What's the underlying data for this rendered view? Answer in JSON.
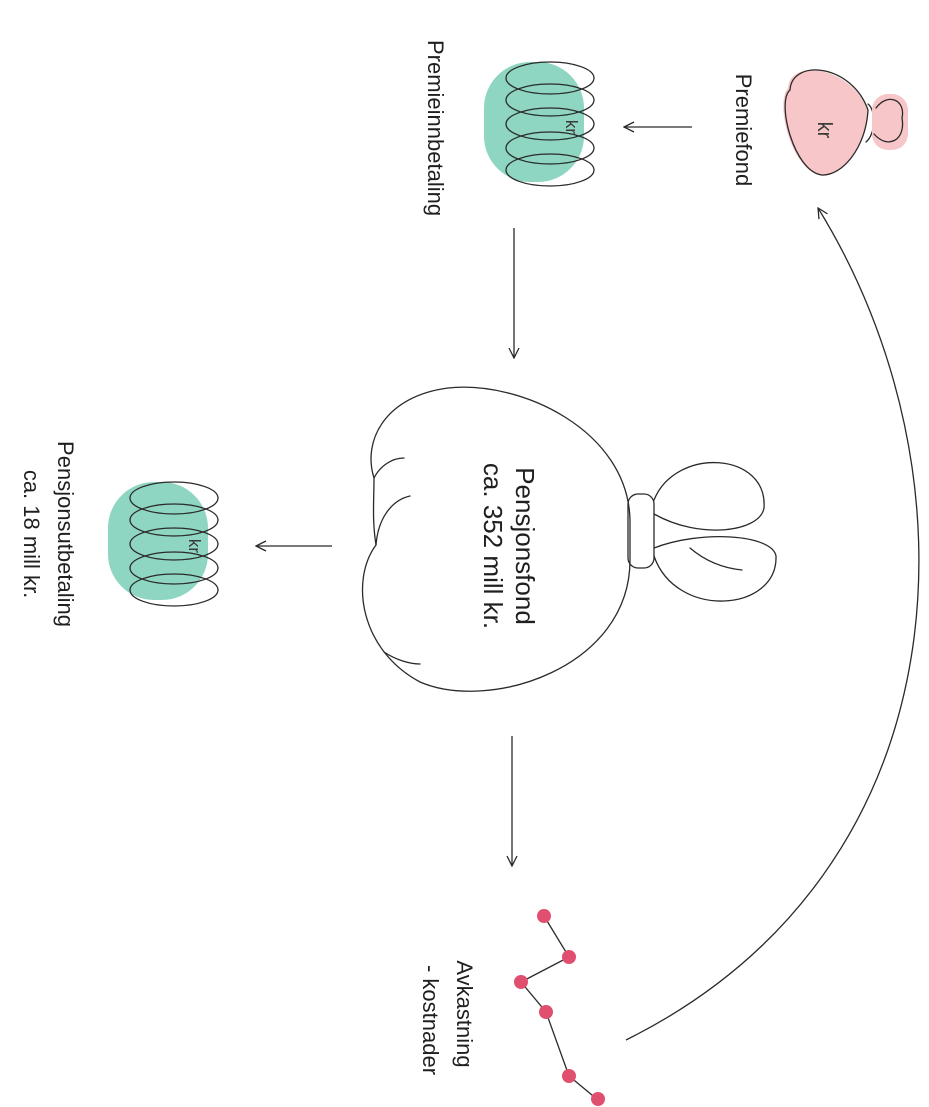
{
  "nodes": {
    "premiefond": {
      "label": "Premiefond",
      "symbol": "kr",
      "color": "#f7c6c9"
    },
    "premieinnbetaling": {
      "label": "Premieinnbetaling",
      "symbol": "kr",
      "color": "#8fd6c2"
    },
    "pensjonsfond": {
      "line1": "Pensjonsfond",
      "line2": "ca. 352 mill kr."
    },
    "pensjonsutbetaling": {
      "line1": "Pensjonsutbetaling",
      "line2": "ca. 18 mill kr.",
      "symbol": "kr",
      "color": "#8fd6c2"
    },
    "avkastning": {
      "line1": "Avkastning",
      "line2": "- kostnader",
      "color": "#e0506e"
    }
  },
  "icons": {
    "money_bag": "money-bag-icon",
    "coin_stack": "coin-stack-icon",
    "zigzag": "zigzag-line-icon"
  },
  "edges": [
    {
      "from": "premiefond",
      "to": "premieinnbetaling"
    },
    {
      "from": "premieinnbetaling",
      "to": "pensjonsfond"
    },
    {
      "from": "pensjonsfond",
      "to": "pensjonsutbetaling"
    },
    {
      "from": "pensjonsfond",
      "to": "avkastning"
    },
    {
      "from": "avkastning",
      "to": "premiefond"
    }
  ]
}
